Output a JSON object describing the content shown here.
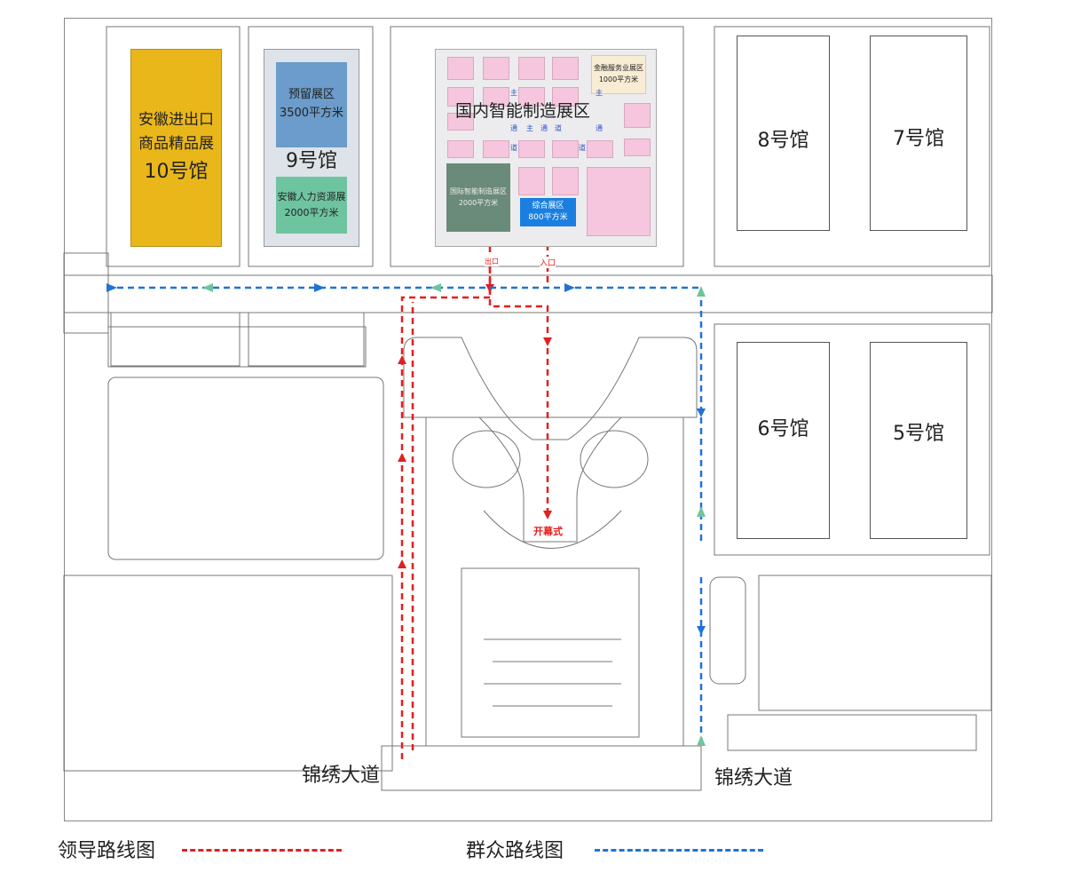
{
  "halls": {
    "hall10": {
      "title": "安徽进出口",
      "subtitle": "商品精品展",
      "name": "10号馆"
    },
    "hall9": {
      "name": "9号馆",
      "reserved": {
        "title": "预留展区",
        "area": "3500平方米"
      },
      "hr": {
        "title": "安徽人力资源展",
        "area": "2000平方米"
      }
    },
    "central": {
      "title": "国内智能制造展区",
      "finance": {
        "title": "金融服务业展区",
        "area": "1000平方米"
      },
      "intl": {
        "title": "国际智能制造展区",
        "area": "2000平方米"
      },
      "general": {
        "title": "综合展区",
        "area": "800平方米"
      },
      "aisle_chars": [
        "主",
        "通",
        "道",
        "主",
        "通",
        "道",
        "主",
        "通",
        "道"
      ],
      "entrance": "入口",
      "exit": "出口"
    },
    "hall8": {
      "name": "8号馆"
    },
    "hall7": {
      "name": "7号馆"
    },
    "hall6": {
      "name": "6号馆"
    },
    "hall5": {
      "name": "5号馆"
    }
  },
  "ceremony": "开幕式",
  "roads": {
    "left": "锦绣大道",
    "right": "锦绣大道"
  },
  "legend": {
    "leader_route": "领导路线图",
    "public_route": "群众路线图"
  },
  "colors": {
    "leader": "#e41f1f",
    "public": "#1f73d6",
    "hall10": "#eab71a",
    "reserved": "#6b9ccb",
    "hr": "#6fc4a0",
    "intl": "#6a8a7a",
    "general": "#1a7fe0",
    "finance": "#f8ecd4",
    "pink": "#f5c6dd"
  }
}
